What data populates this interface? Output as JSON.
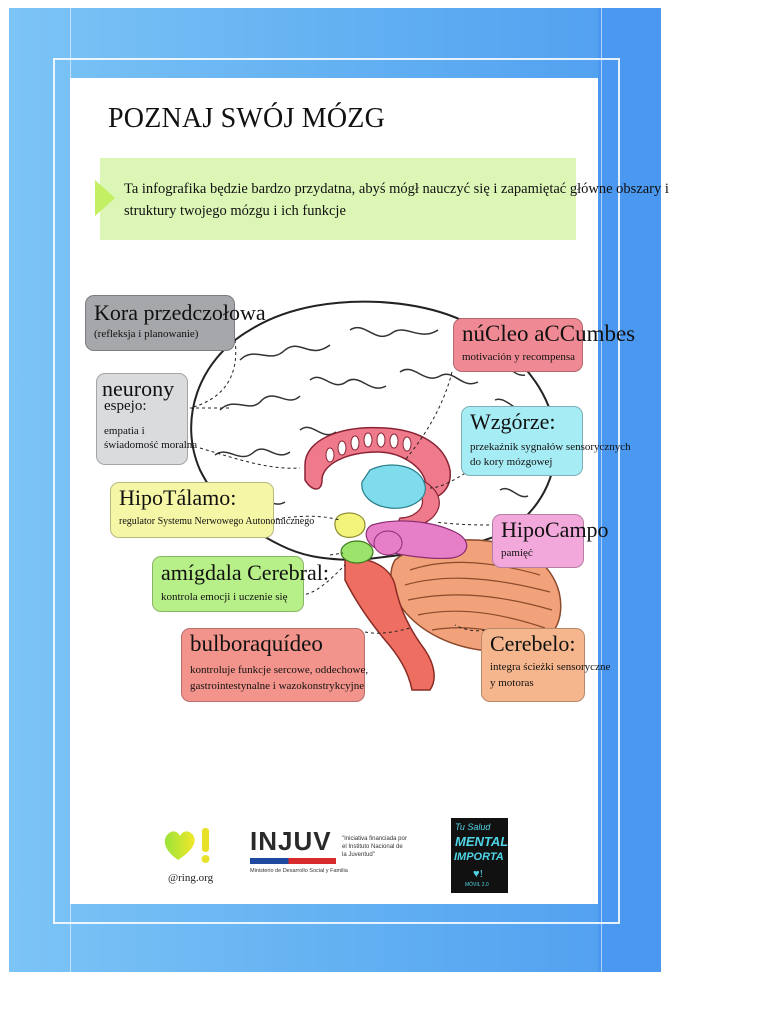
{
  "title": "POZNAJ SWÓJ MÓZG",
  "intro": {
    "line1": "Ta infografika będzie bardzo przydatna, abyś mógł nauczyć się i zapamiętać główne obszary i",
    "line2": "struktury twojego mózgu i ich funkcje"
  },
  "labels": {
    "prefrontal": {
      "title": "Kora przedczołowa",
      "sub": "(refleksja i planowanie)"
    },
    "mirror": {
      "title": "neurony",
      "title2": "espejo:",
      "sub1": "empatia i",
      "sub2": "świadomość moralna"
    },
    "hypothalamus": {
      "title": "HipoTálamo:",
      "sub": "regulator Systemu Nerwowego Autonomicznego"
    },
    "amygdala": {
      "title": "amígdala Cerebral:",
      "sub": "kontrola emocji i uczenie się"
    },
    "medulla": {
      "title": "bulboraquídeo",
      "sub1": "kontroluje funkcje sercowe, oddechowe,",
      "sub2": "gastrointestynalne i wazokonstrykcyjne"
    },
    "accumbens": {
      "title": "núCleo aCCumbes",
      "sub": "motivación y recompensa"
    },
    "thalamus": {
      "title": "Wzgórze:",
      "sub1": "przekaźnik sygnałów sensorycznych",
      "sub2": "do kory mózgowej"
    },
    "hippocampus": {
      "title": "HipoCampo",
      "sub": "pamięć"
    },
    "cerebellum": {
      "title": "Cerebelo:",
      "sub1": "integra ścieżki sensoryczne",
      "sub2": "y motoras"
    }
  },
  "footer": {
    "org": "@ring.org",
    "injuv": "INJUV",
    "injuv_ministry": "Ministerio de Desarrollo Social y Familia",
    "injuv_note1": "\"Iniciativa financiada por",
    "injuv_note2": "el Instituto Nacional de",
    "injuv_note3": "la Juventud\"",
    "badge1": "Tu Salud",
    "badge2": "MENTAL",
    "badge3": "IMPORTA",
    "badge4": "MÓVIL 2.0"
  },
  "colors": {
    "background_blue": "#64b1f2",
    "intro_box": "#dcf6b6",
    "prefrontal": "#a5a7ab",
    "mirror": "#dadbdd",
    "hypothalamus": "#f6f7a6",
    "amygdala": "#b7ef88",
    "medulla": "#f3948c",
    "accumbens": "#ef8a94",
    "thalamus": "#a6ecf4",
    "hippocampus": "#f2a8da",
    "cerebellum": "#f6b68d"
  }
}
